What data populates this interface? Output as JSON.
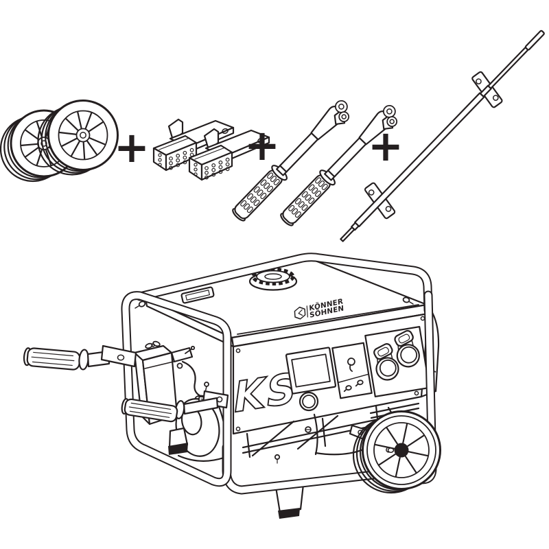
{
  "figure": {
    "type": "product-assembly-illustration",
    "colors": {
      "line": "#241f20",
      "background": "#ffffff"
    },
    "accessory_row": {
      "separator": "+",
      "items": [
        {
          "label": "wheel-pair"
        },
        {
          "label": "anti-vibration-rubber-feet-pair"
        },
        {
          "label": "transport-handle-pair"
        },
        {
          "label": "wheel-axle-rod"
        }
      ]
    },
    "generator": {
      "tank_logo": {
        "line1": "KÖNNER",
        "line2": "SÖHNEN"
      },
      "panel_monogram": "KS"
    }
  }
}
